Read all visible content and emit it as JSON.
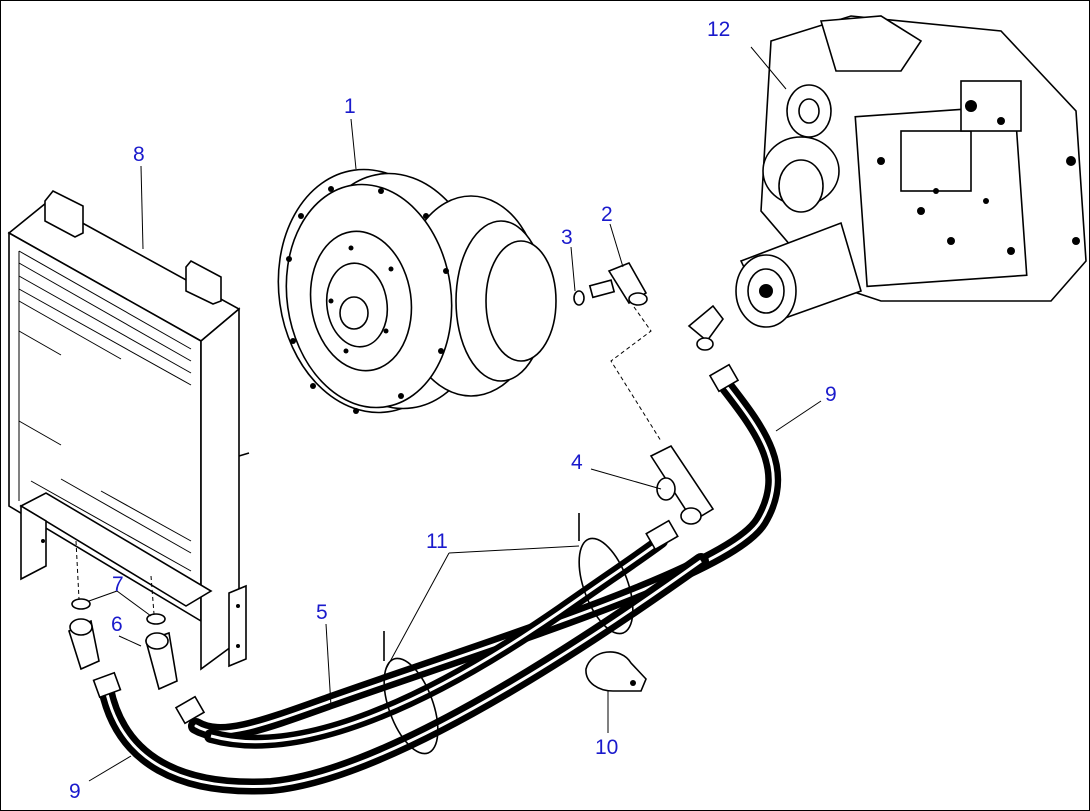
{
  "labels": {
    "p1": "1",
    "p2": "2",
    "p3": "3",
    "p4": "4",
    "p5": "5",
    "p6": "6",
    "p7": "7",
    "p8": "8",
    "p9a": "9",
    "p9b": "9",
    "p10": "10",
    "p11": "11",
    "p12": "12"
  },
  "colors": {
    "label": "#1a1acc",
    "line": "#000000",
    "background": "#ffffff"
  }
}
